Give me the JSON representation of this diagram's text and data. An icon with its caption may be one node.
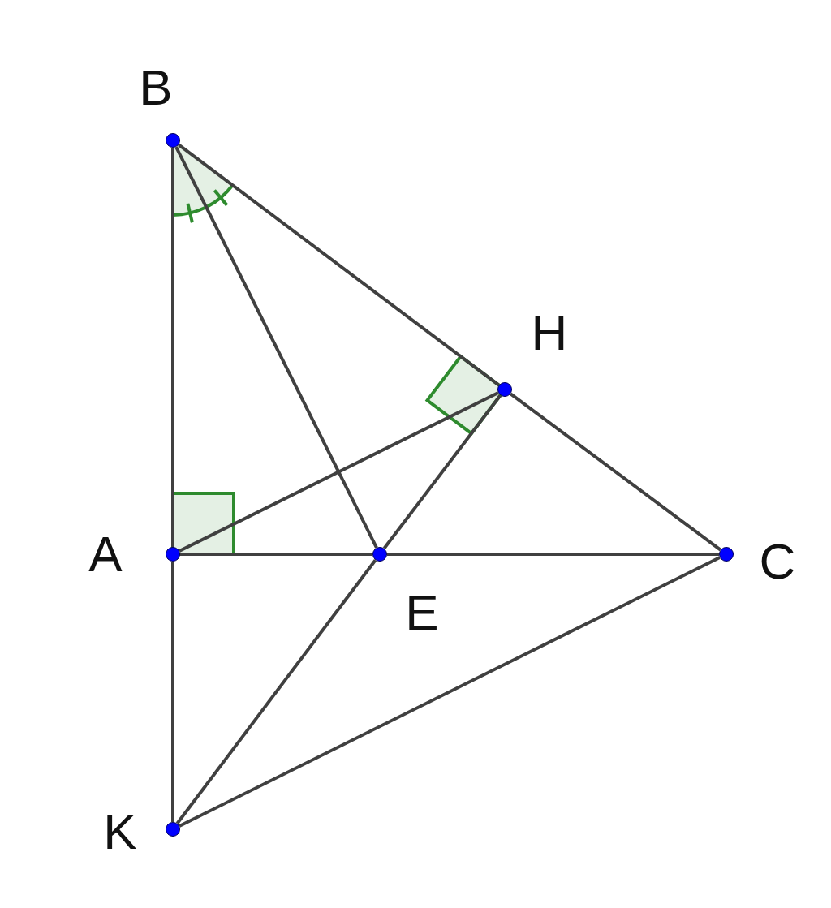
{
  "diagram": {
    "nodes": [
      {
        "text": [],
        "shape": "circle",
        "beside": [
          "B"
        ]
      },
      {
        "text": [],
        "shape": "circle",
        "beside": [
          "H"
        ]
      },
      {
        "text": [],
        "shape": "circle",
        "beside": [
          "A"
        ]
      },
      {
        "text": [],
        "shape": "circle",
        "beside": [
          "E"
        ]
      },
      {
        "text": [],
        "shape": "circle",
        "beside": [
          "C"
        ]
      },
      {
        "text": [],
        "shape": "circle",
        "beside": [
          "K"
        ]
      }
    ],
    "edges": [
      {
        "from": 0,
        "to": 2,
        "arrow": "none"
      },
      {
        "from": 2,
        "to": 5,
        "arrow": "none"
      },
      {
        "from": 0,
        "to": 1,
        "arrow": "none"
      },
      {
        "from": 1,
        "to": 4,
        "arrow": "none"
      },
      {
        "from": 0,
        "to": 3,
        "arrow": "none"
      },
      {
        "from": 2,
        "to": 1,
        "arrow": "none"
      },
      {
        "from": 1,
        "to": 3,
        "arrow": "none"
      },
      {
        "from": 2,
        "to": 3,
        "arrow": "none"
      },
      {
        "from": 3,
        "to": 4,
        "arrow": "none"
      },
      {
        "from": 5,
        "to": 3,
        "arrow": "none"
      },
      {
        "from": 5,
        "to": 4,
        "arrow": "none"
      }
    ]
  }
}
